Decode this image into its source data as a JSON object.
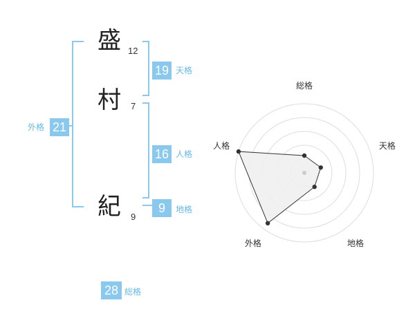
{
  "name": {
    "chars": [
      {
        "char": "盛",
        "strokes": "12"
      },
      {
        "char": "村",
        "strokes": "7"
      },
      {
        "char": "紀",
        "strokes": "9"
      }
    ]
  },
  "fortune": {
    "tenkaku": {
      "value": "19",
      "label": "天格"
    },
    "jinkaku": {
      "value": "16",
      "label": "人格"
    },
    "chikaku": {
      "value": "9",
      "label": "地格"
    },
    "gaikaku": {
      "value": "21",
      "label": "外格"
    },
    "soukaku": {
      "value": "28",
      "label": "総格"
    }
  },
  "chart_data": {
    "type": "radar",
    "axes": [
      "総格",
      "天格",
      "地格",
      "外格",
      "人格"
    ],
    "values": [
      0.25,
      0.25,
      0.25,
      0.9,
      1.0
    ],
    "rings": 5,
    "colors": {
      "fill": "#f0f0f0",
      "stroke": "#333333",
      "grid": "#dddddd",
      "point": "#333333"
    }
  },
  "colors": {
    "accent": "#8ac8ee",
    "label": "#6ab8e6"
  }
}
